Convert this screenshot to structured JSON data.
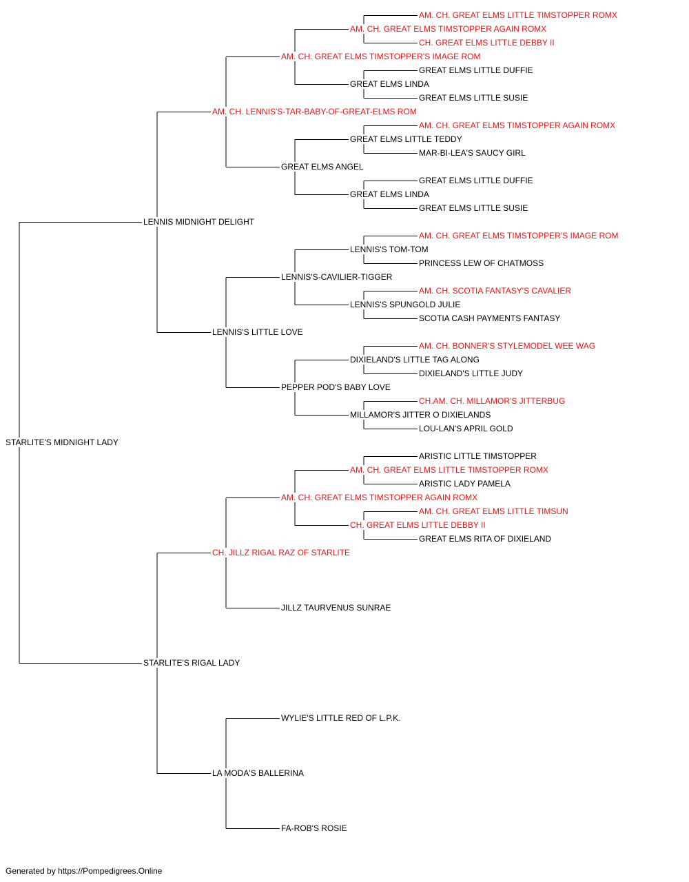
{
  "colors": {
    "champion": "#ee1111",
    "normal": "#000000",
    "line": "#000000"
  },
  "pedigree": [
    {
      "name": "STARLITE'S MIDNIGHT LADY",
      "champion": false
    },
    {
      "name": "LENNIS MIDNIGHT DELIGHT",
      "champion": false
    },
    {
      "name": "STARLITE'S RIGAL LADY",
      "champion": false
    },
    {
      "name": "AM. CH. LENNIS'S-TAR-BABY-OF-GREAT-ELMS ROM",
      "champion": true
    },
    {
      "name": "LENNIS'S LITTLE LOVE",
      "champion": false
    },
    {
      "name": "CH. JILLZ RIGAL RAZ OF STARLITE",
      "champion": true
    },
    {
      "name": "LA MODA'S BALLERINA",
      "champion": false
    },
    {
      "name": "AM. CH. GREAT ELMS TIMSTOPPER'S IMAGE ROM",
      "champion": true
    },
    {
      "name": "GREAT ELMS ANGEL",
      "champion": false
    },
    {
      "name": "LENNIS'S-CAVILIER-TIGGER",
      "champion": false
    },
    {
      "name": "PEPPER POD'S BABY LOVE",
      "champion": false
    },
    {
      "name": "AM. CH. GREAT ELMS TIMSTOPPER AGAIN ROMX",
      "champion": true
    },
    {
      "name": "JILLZ TAURVENUS SUNRAE",
      "champion": false
    },
    {
      "name": "WYLIE'S LITTLE RED OF L.P.K.",
      "champion": false
    },
    {
      "name": "FA-ROB'S ROSIE",
      "champion": false
    },
    {
      "name": "AM. CH. GREAT ELMS TIMSTOPPER AGAIN ROMX",
      "champion": true
    },
    {
      "name": "GREAT ELMS LINDA",
      "champion": false
    },
    {
      "name": "GREAT ELMS LITTLE TEDDY",
      "champion": false
    },
    {
      "name": "GREAT ELMS LINDA",
      "champion": false
    },
    {
      "name": "LENNIS'S TOM-TOM",
      "champion": false
    },
    {
      "name": "LENNIS'S SPUNGOLD JULIE",
      "champion": false
    },
    {
      "name": "DIXIELAND'S LITTLE TAG ALONG",
      "champion": false
    },
    {
      "name": "MILLAMOR'S JITTER O DIXIELANDS",
      "champion": false
    },
    {
      "name": "AM. CH. GREAT ELMS LITTLE TIMSTOPPER ROMX",
      "champion": true
    },
    {
      "name": "CH. GREAT ELMS LITTLE DEBBY II",
      "champion": true
    },
    null,
    null,
    null,
    null,
    null,
    null,
    {
      "name": "AM. CH. GREAT ELMS LITTLE TIMSTOPPER ROMX",
      "champion": true
    },
    {
      "name": "CH. GREAT ELMS LITTLE DEBBY II",
      "champion": true
    },
    {
      "name": "GREAT ELMS LITTLE DUFFIE",
      "champion": false
    },
    {
      "name": "GREAT ELMS LITTLE SUSIE",
      "champion": false
    },
    {
      "name": "AM. CH. GREAT ELMS TIMSTOPPER AGAIN ROMX",
      "champion": true
    },
    {
      "name": "MAR-BI-LEA'S SAUCY GIRL",
      "champion": false
    },
    {
      "name": "GREAT ELMS LITTLE DUFFIE",
      "champion": false
    },
    {
      "name": "GREAT ELMS LITTLE SUSIE",
      "champion": false
    },
    {
      "name": "AM. CH. GREAT ELMS TIMSTOPPER'S IMAGE ROM",
      "champion": true
    },
    {
      "name": "PRINCESS LEW OF CHATMOSS",
      "champion": false
    },
    {
      "name": "AM. CH. SCOTIA FANTASY'S CAVALIER",
      "champion": true
    },
    {
      "name": "SCOTIA CASH PAYMENTS FANTASY",
      "champion": false
    },
    {
      "name": "AM. CH. BONNER'S STYLEMODEL WEE WAG",
      "champion": true
    },
    {
      "name": "DIXIELAND'S LITTLE JUDY",
      "champion": false
    },
    {
      "name": "CH.AM. CH. MILLAMOR'S JITTERBUG",
      "champion": true
    },
    {
      "name": "LOU-LAN'S APRIL GOLD",
      "champion": false
    },
    {
      "name": "ARISTIC LITTLE TIMSTOPPER",
      "champion": false
    },
    {
      "name": "ARISTIC LADY PAMELA",
      "champion": false
    },
    {
      "name": "AM. CH. GREAT ELMS LITTLE TIMSUN",
      "champion": true
    },
    {
      "name": "GREAT ELMS RITA OF DIXIELAND",
      "champion": false
    }
  ],
  "footer": "Generated by https://Pompedigrees.Online"
}
